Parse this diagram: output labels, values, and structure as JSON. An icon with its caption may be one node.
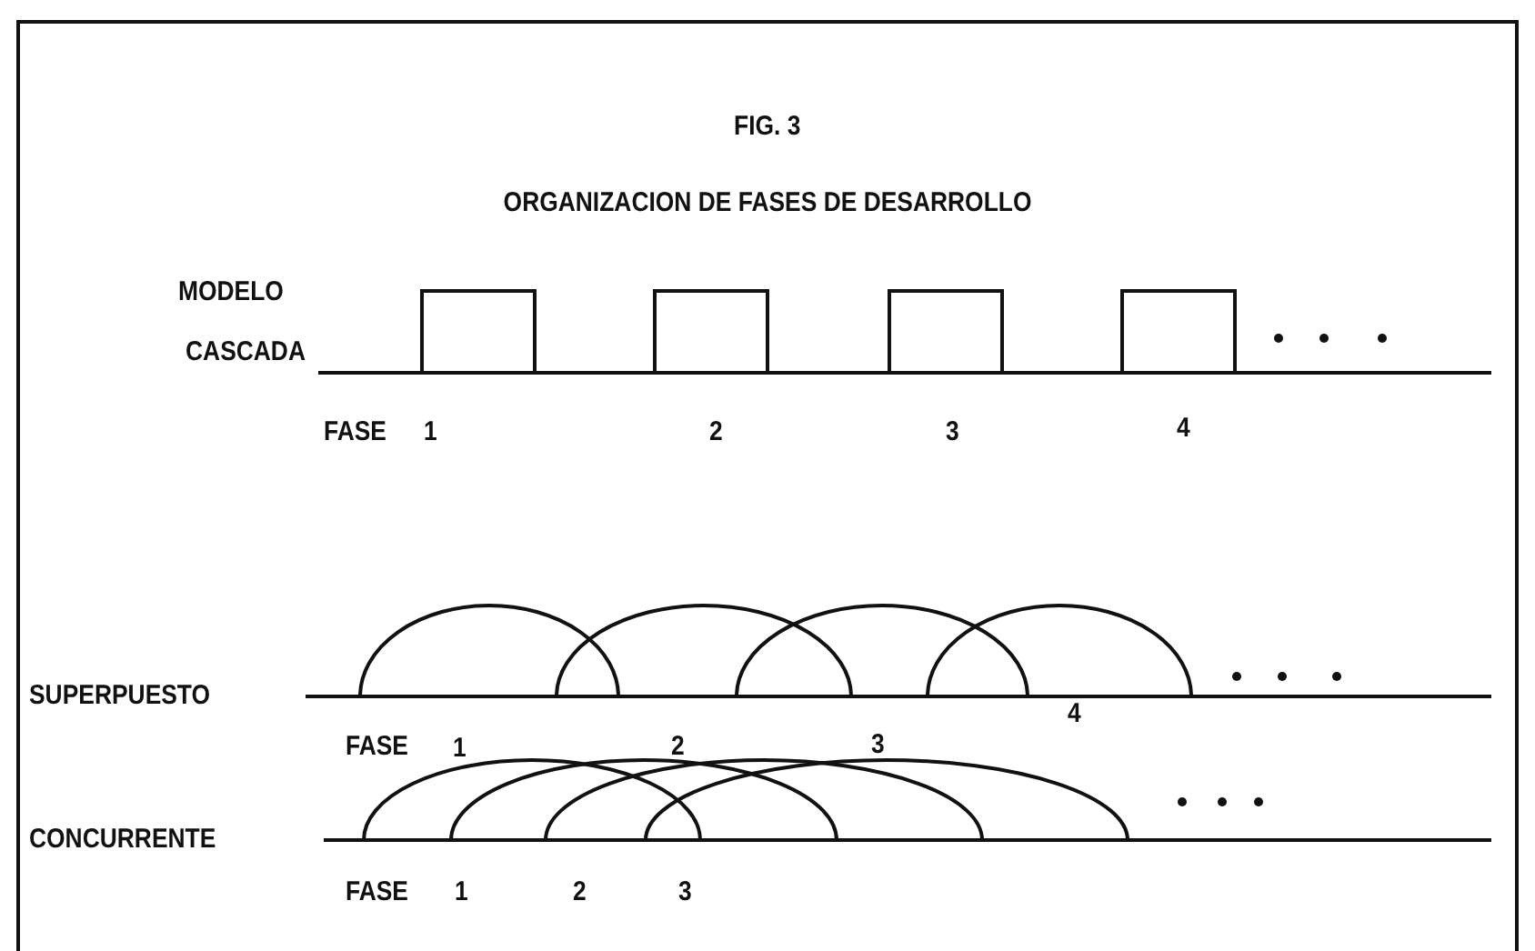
{
  "diagram": {
    "title": "ORGANIZACION DE FASES DE DESARROLLO",
    "labels": [
      "FIG. 3",
      "MODELO",
      "CASCADA",
      "FASE",
      "1",
      "2",
      "3",
      "4",
      "SUPERPUESTO",
      "FASE",
      "1",
      "2",
      "3",
      "4",
      "CONCURRENTE",
      "FASE",
      "1",
      "2",
      "3"
    ]
  }
}
